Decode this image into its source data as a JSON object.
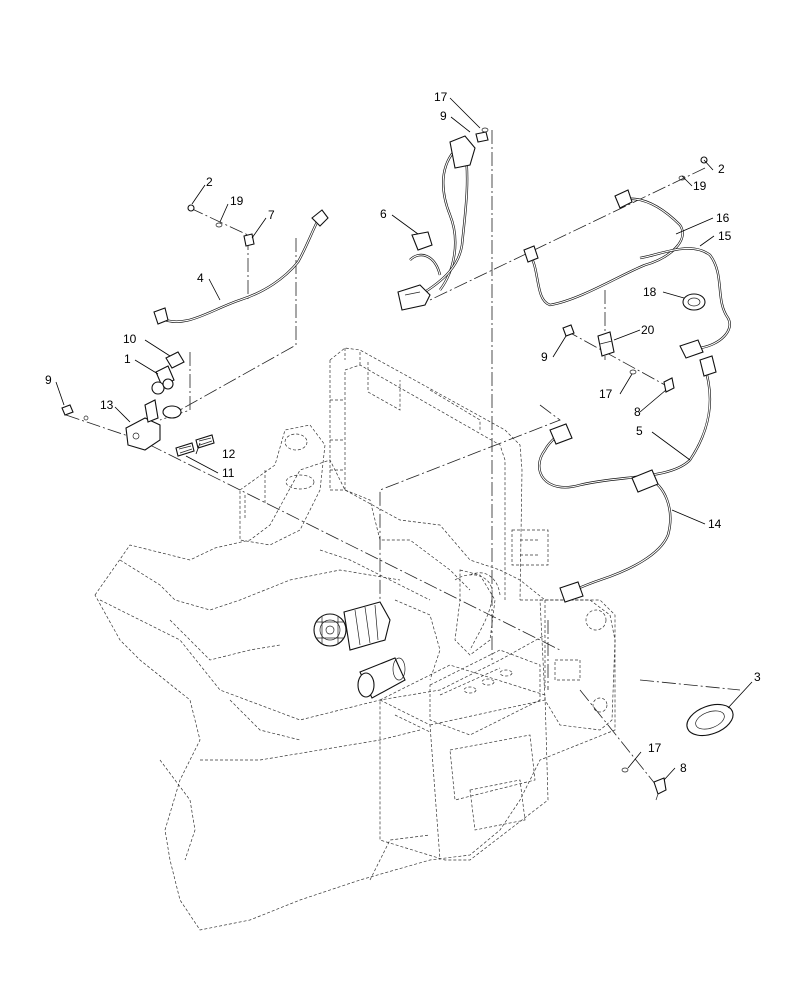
{
  "callouts": [
    {
      "id": "c17a",
      "text": "17"
    },
    {
      "id": "c9a",
      "text": "9"
    },
    {
      "id": "c6",
      "text": "6"
    },
    {
      "id": "c2a",
      "text": "2"
    },
    {
      "id": "c19a",
      "text": "19"
    },
    {
      "id": "c7",
      "text": "7"
    },
    {
      "id": "c4",
      "text": "4"
    },
    {
      "id": "c2b",
      "text": "2"
    },
    {
      "id": "c19b",
      "text": "19"
    },
    {
      "id": "c16",
      "text": "16"
    },
    {
      "id": "c15",
      "text": "15"
    },
    {
      "id": "c18",
      "text": "18"
    },
    {
      "id": "c20",
      "text": "20"
    },
    {
      "id": "c9b",
      "text": "9"
    },
    {
      "id": "c17b",
      "text": "17"
    },
    {
      "id": "c8a",
      "text": "8"
    },
    {
      "id": "c5",
      "text": "5"
    },
    {
      "id": "c14",
      "text": "14"
    },
    {
      "id": "c10",
      "text": "10"
    },
    {
      "id": "c1",
      "text": "1"
    },
    {
      "id": "c9c",
      "text": "9"
    },
    {
      "id": "c13",
      "text": "13"
    },
    {
      "id": "c12",
      "text": "12"
    },
    {
      "id": "c11",
      "text": "11"
    },
    {
      "id": "c3",
      "text": "3"
    },
    {
      "id": "c17c",
      "text": "17"
    },
    {
      "id": "c8b",
      "text": "8"
    }
  ]
}
